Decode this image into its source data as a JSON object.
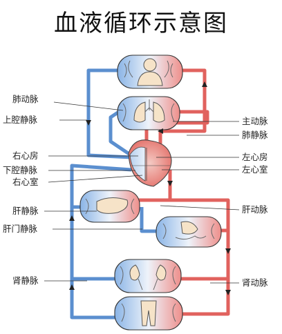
{
  "title": "血液循环示意图",
  "labels": {
    "pulmonary_artery": "肺动脉",
    "superior_vena_cava": "上腔静脉",
    "right_atrium": "右心房",
    "inferior_vena_cava": "下腔静脉",
    "right_ventricle": "右心室",
    "hepatic_vein": "肝静脉",
    "hepatic_portal_vein": "肝门静脉",
    "renal_vein": "肾静脉",
    "aorta": "主动脉",
    "pulmonary_vein": "肺静脉",
    "left_atrium": "左心房",
    "left_ventricle": "左心室",
    "hepatic_artery": "肝动脉",
    "renal_artery": "肾动脉"
  },
  "colors": {
    "venous": "#5b8fcf",
    "arterial": "#e1625e",
    "organ": "#f6e3c8"
  }
}
